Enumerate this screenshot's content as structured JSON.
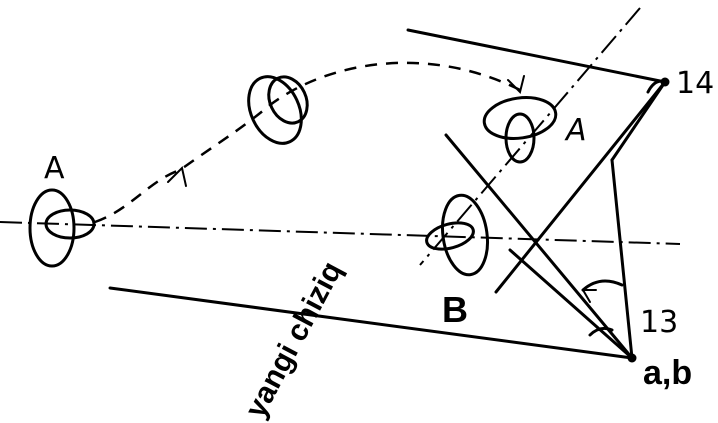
{
  "labels": {
    "point_14": "14",
    "point_13": "13",
    "point_ab": "a,b",
    "mark_a_left": "A",
    "mark_a_right": "A",
    "mark_b": "B",
    "new_line": "yangi chiziq"
  },
  "colors": {
    "ink": "#000000",
    "background": "#ffffff"
  }
}
